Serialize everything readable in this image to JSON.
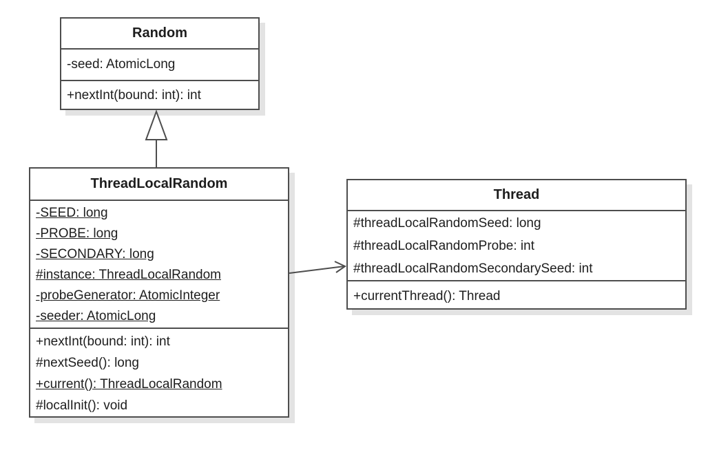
{
  "diagram": {
    "type": "uml-class-diagram",
    "background": "#ffffff",
    "colors": {
      "border": "#4d4d4d",
      "text": "#1d1d1d",
      "box_fill": "#ffffff",
      "shadow": "#e3e3e3"
    },
    "classes": [
      {
        "name": "Random",
        "attributes": [
          {
            "text": "-seed: AtomicLong",
            "static": false
          }
        ],
        "methods": [
          {
            "text": "+nextInt(bound: int): int",
            "static": false
          }
        ]
      },
      {
        "name": "ThreadLocalRandom",
        "attributes": [
          {
            "text": "-SEED: long",
            "static": true
          },
          {
            "text": "-PROBE: long",
            "static": true
          },
          {
            "text": "-SECONDARY: long",
            "static": true
          },
          {
            "text": "#instance: ThreadLocalRandom",
            "static": true
          },
          {
            "text": "-probeGenerator: AtomicInteger",
            "static": true
          },
          {
            "text": "-seeder: AtomicLong",
            "static": true
          }
        ],
        "methods": [
          {
            "text": "+nextInt(bound: int): int",
            "static": false
          },
          {
            "text": "#nextSeed(): long",
            "static": false
          },
          {
            "text": "+current(): ThreadLocalRandom",
            "static": true
          },
          {
            "text": "#localInit(): void",
            "static": false
          }
        ]
      },
      {
        "name": "Thread",
        "attributes": [
          {
            "text": "#threadLocalRandomSeed: long",
            "static": false
          },
          {
            "text": "#threadLocalRandomProbe: int",
            "static": false
          },
          {
            "text": "#threadLocalRandomSecondarySeed: int",
            "static": false
          }
        ],
        "methods": [
          {
            "text": "+currentThread(): Thread",
            "static": false
          }
        ]
      }
    ],
    "relationships": [
      {
        "type": "generalization",
        "from": "ThreadLocalRandom",
        "to": "Random"
      },
      {
        "type": "directed-association",
        "from": "ThreadLocalRandom",
        "to": "Thread"
      }
    ]
  }
}
